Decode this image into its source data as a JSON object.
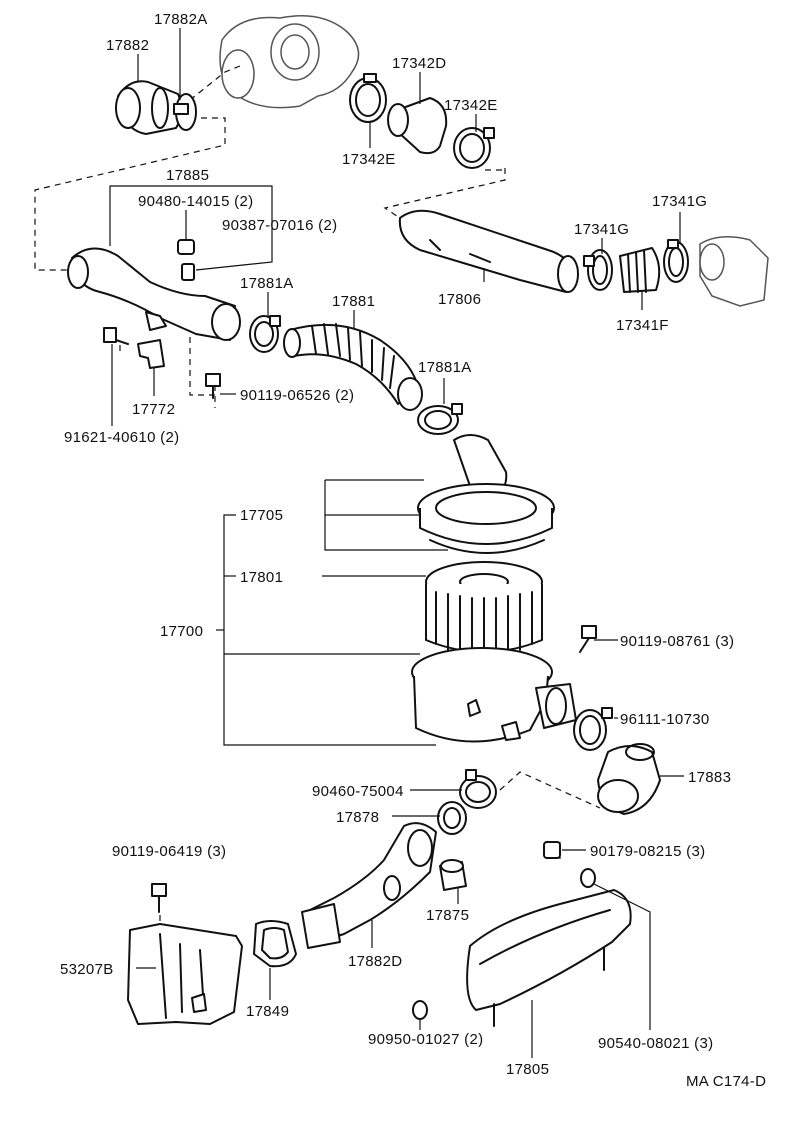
{
  "labels": {
    "l17882": "17882",
    "l17882A": "17882A",
    "l17342D": "17342D",
    "l17342E_a": "17342E",
    "l17342E_b": "17342E",
    "l17885": "17885",
    "l90480": "90480-14015 (2)",
    "l90387": "90387-07016 (2)",
    "l17881A_a": "17881A",
    "l17881": "17881",
    "l17341G_a": "17341G",
    "l17341G_b": "17341G",
    "l17806": "17806",
    "l17341F": "17341F",
    "l17772": "17772",
    "l90119_06526": "90119-06526 (2)",
    "l91621": "91621-40610 (2)",
    "l17881A_b": "17881A",
    "l17705": "17705",
    "l17801": "17801",
    "l17700": "17700",
    "l90119_08761": "90119-08761 (3)",
    "l96111": "96111-10730",
    "l90460": "90460-75004",
    "l17883": "17883",
    "l17878": "17878",
    "l90119_06419": "90119-06419 (3)",
    "l90179": "90179-08215 (3)",
    "l17875": "17875",
    "l53207B": "53207B",
    "l17882D": "17882D",
    "l17849": "17849",
    "l90950": "90950-01027 (2)",
    "l90540": "90540-08021 (3)",
    "l17805": "17805",
    "figure_code": "MA C174-D"
  }
}
